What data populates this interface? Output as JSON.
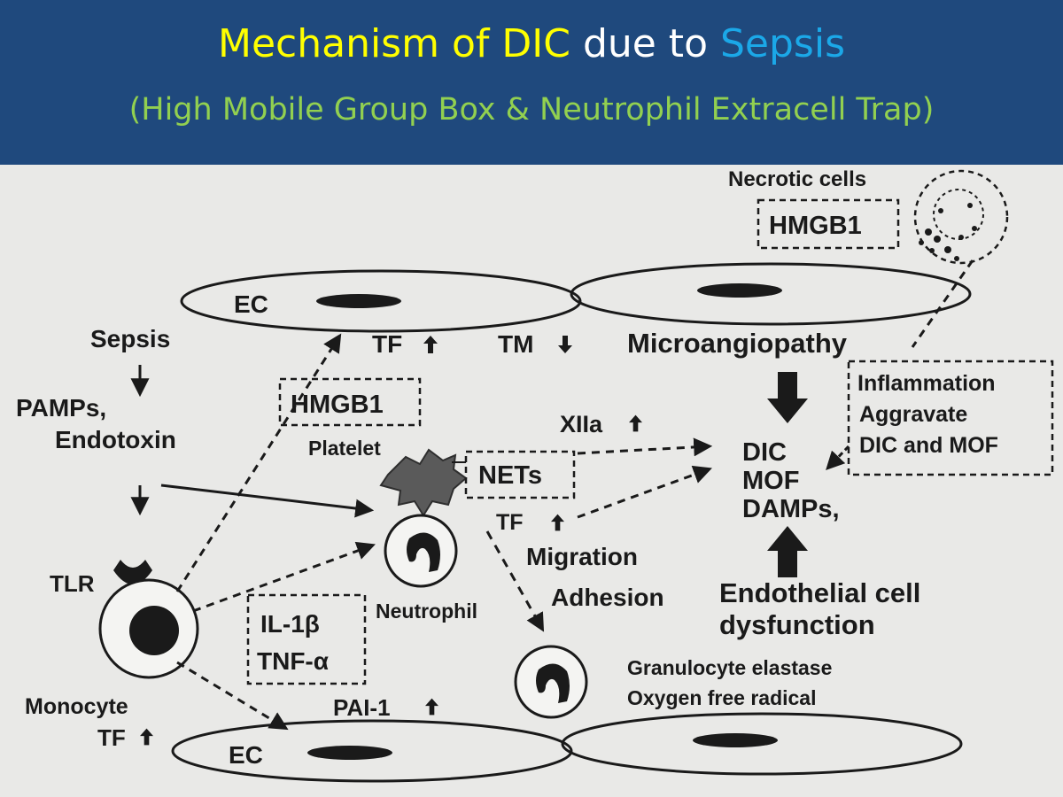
{
  "title": {
    "part1": "Mechanism of DIC",
    "part2": "due to",
    "part3": "Sepsis",
    "color_part1": "#ffff00",
    "color_part2": "#ffffff",
    "color_part3": "#1ba8e8"
  },
  "subtitle": "(High Mobile Group Box & Neutrophil Extracell Trap)",
  "colors": {
    "banner": "#1f497d",
    "subtitle": "#92d050",
    "ink": "#1a1a1a",
    "background": "#e9e9e7"
  },
  "diagram": {
    "necrotic_cells": "Necrotic cells",
    "hmgb1_top": "HMGB1",
    "ec_top": "EC",
    "ec_bottom": "EC",
    "sepsis": "Sepsis",
    "pamps": "PAMPs,",
    "endotoxin": "Endotoxin",
    "tlr": "TLR",
    "monocyte": "Monocyte",
    "monocyte_tf": "TF",
    "tf_up": "TF",
    "tm_down": "TM",
    "microangiopathy": "Microangiopathy",
    "hmgb1_platelet": "HMGB1",
    "platelet": "Platelet",
    "xiia": "XIIa",
    "nets": "NETs",
    "tf_nets": "TF",
    "migration": "Migration",
    "adhesion": "Adhesion",
    "neutrophil": "Neutrophil",
    "il1b": "IL-1β",
    "tnfa": "TNF-α",
    "pai1": "PAI-1",
    "dic": "DIC",
    "mof": "MOF",
    "damps": "DAMPs,",
    "inflammation": "Inflammation",
    "aggravate": "Aggravate",
    "dic_and_mof": "DIC and MOF",
    "endothelial_cell": "Endothelial cell",
    "dysfunction": "dysfunction",
    "granulocyte_elastase": "Granulocyte elastase",
    "oxygen_free_radical": "Oxygen free radical"
  },
  "icons": [
    "up-arrow-icon",
    "down-arrow-icon",
    "neutrophil-nucleus-icon",
    "platelet-icon",
    "tlr-receptor-icon"
  ]
}
